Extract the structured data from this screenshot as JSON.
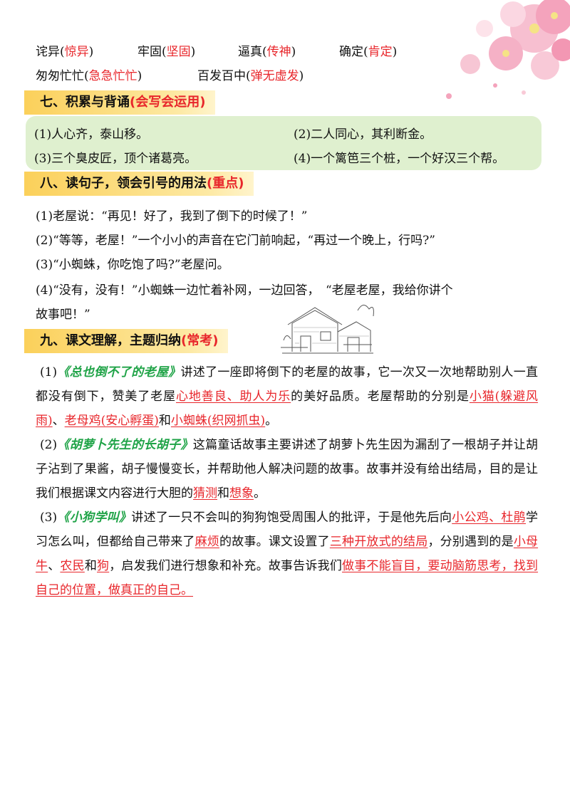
{
  "vocab": [
    {
      "word": "诧异",
      "answer": "惊异"
    },
    {
      "word": "牢固",
      "answer": "坚固"
    },
    {
      "word": "逼真",
      "answer": "传神"
    },
    {
      "word": "确定",
      "answer": "肯定"
    },
    {
      "word": "匆匆忙忙",
      "answer": "急急忙忙"
    },
    {
      "word": "百发百中",
      "answer": "弹无虚发"
    }
  ],
  "section7": {
    "title": "七、积累与背诵",
    "note": "(会写会运用)",
    "items": [
      "(1)人心齐，泰山移。",
      "(2)二人同心，其利断金。",
      "(3)三个臭皮匠，顶个诸葛亮。",
      "(4)一个篱笆三个桩，一个好汉三个帮。"
    ]
  },
  "section8": {
    "title": "八、读句子，领会引号的用法",
    "note": "(重点)",
    "lines": [
      "(1)老屋说：“再见！好了，我到了倒下的时候了！”",
      "(2)“等等，老屋！”一个小小的声音在它门前响起，“再过一个晚上，行吗?”",
      "(3)“小蜘蛛，你吃饱了吗?”老屋问。",
      "(4)“没有，没有！”小蜘蛛一边忙着补网，一边回答，　“老屋老屋，我给你讲个",
      "故事吧！”"
    ]
  },
  "section9": {
    "title": "九、课文理解，主题归纳",
    "note": "(常考)",
    "p1": {
      "num": "(1)",
      "book": "《总也倒不了的老屋》",
      "t1": "讲述了一座即将倒下的老屋的故事，它一次又一次地帮助别人一直都没有倒下，赞美了老屋",
      "h1": "心地善良、助人为乐",
      "t2": "的美好品质。老屋帮助的分别是",
      "h2": "小猫(躲避风雨)",
      "t3": "、",
      "h3": "老母鸡(安心孵蛋)",
      "t4": "和",
      "h4": "小蜘蛛(织网抓虫)",
      "t5": "。"
    },
    "p2": {
      "num": "(2)",
      "book": "《胡萝卜先生的长胡子》",
      "t1": "这篇童话故事主要讲述了胡萝卜先生因为漏刮了一根胡子并让胡子沾到了果酱，胡子慢慢变长，并帮助他人解决问题的故事。故事并没有给出结局，目的是让我们根据课文内容进行大胆的",
      "h1": "猜测",
      "t2": "和",
      "h2": "想象",
      "t3": "。"
    },
    "p3": {
      "num": "(3)",
      "book": "《小狗学叫》",
      "t1": "讲述了一只不会叫的狗狗饱受周围人的批评，于是他先后向",
      "h1": "小公鸡、杜鹃",
      "t2": "学习怎么叫，但都给自己带来了",
      "h2": "麻烦",
      "t3": "的故事。课文设置了",
      "h3": "三种开放式的结局",
      "t4": "，分别遇到的是",
      "h4": "小母牛",
      "t5": "、",
      "h5": "农民",
      "t6": "和",
      "h6": "狗",
      "t7": "，启发我们进行想象和补充。故事告诉我们",
      "h7": "做事不能盲目，要动脑筋思考，找到自己的位置，做真正的自己。"
    }
  },
  "colors": {
    "accent_red": "#e8262b",
    "book_green": "#1fa347",
    "heading_yellow": "#fbd05a",
    "box_green": "#dff0cf"
  }
}
